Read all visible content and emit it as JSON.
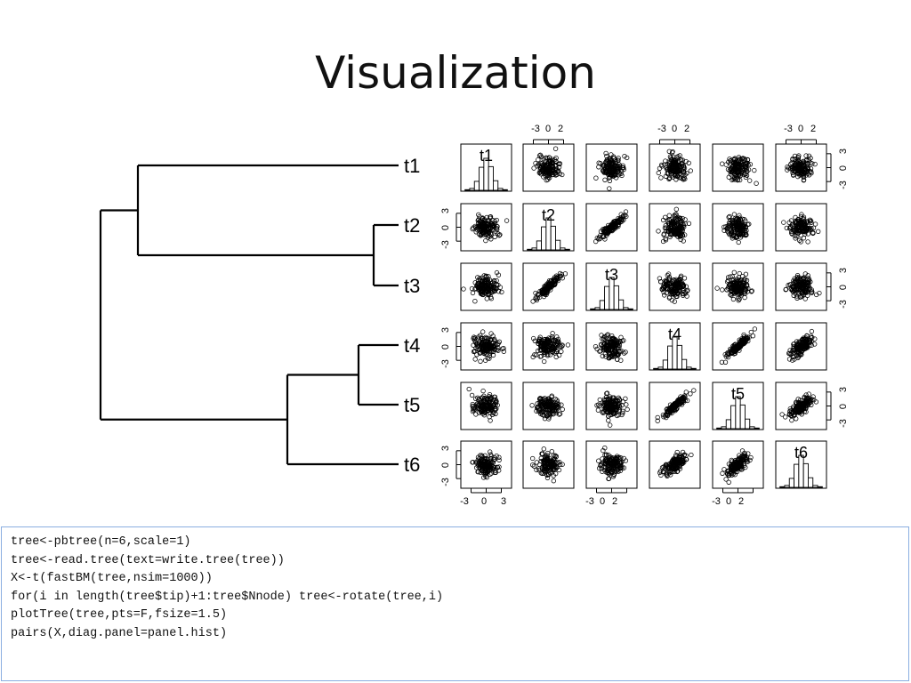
{
  "slide": {
    "title": "Visualization"
  },
  "chart_data": [
    {
      "type": "tree",
      "tips": [
        "t1",
        "t2",
        "t3",
        "t4",
        "t5",
        "t6"
      ],
      "newick": "((t1,(t2,t3)),((t4,t5),t6));"
    },
    {
      "type": "scatter-matrix",
      "variables": [
        "t1",
        "t2",
        "t3",
        "t4",
        "t5",
        "t6"
      ],
      "diagonal": "histogram",
      "n_points": 1000,
      "axis_range": [
        -4.5,
        4.5
      ],
      "axis_ticks_wide": [
        "-3",
        "0",
        "3"
      ],
      "axis_ticks_narrow": [
        "-3",
        "0",
        "2"
      ],
      "correlations": [
        [
          1.0,
          0.0,
          0.0,
          0.0,
          0.0,
          0.0
        ],
        [
          0.0,
          1.0,
          0.92,
          0.0,
          0.0,
          0.0
        ],
        [
          0.0,
          0.92,
          1.0,
          0.0,
          0.0,
          0.0
        ],
        [
          0.0,
          0.0,
          0.0,
          1.0,
          0.92,
          0.72
        ],
        [
          0.0,
          0.0,
          0.0,
          0.92,
          1.0,
          0.72
        ],
        [
          0.0,
          0.0,
          0.0,
          0.72,
          0.72,
          1.0
        ]
      ],
      "histogram_bins": [
        "-4",
        "-3",
        "-2",
        "-1",
        "0",
        "1",
        "2",
        "3",
        "4"
      ],
      "histogram_heights": [
        0.02,
        0.06,
        0.28,
        0.72,
        1.0,
        0.74,
        0.3,
        0.06,
        0.02
      ]
    }
  ],
  "code": {
    "lines": [
      "tree<-pbtree(n=6,scale=1)",
      "tree<-read.tree(text=write.tree(tree))",
      "X<-t(fastBM(tree,nsim=1000))",
      "for(i in length(tree$tip)+1:tree$Nnode) tree<-rotate(tree,i)",
      "plotTree(tree,pts=F,fsize=1.5)",
      "pairs(X,diag.panel=panel.hist)"
    ]
  }
}
